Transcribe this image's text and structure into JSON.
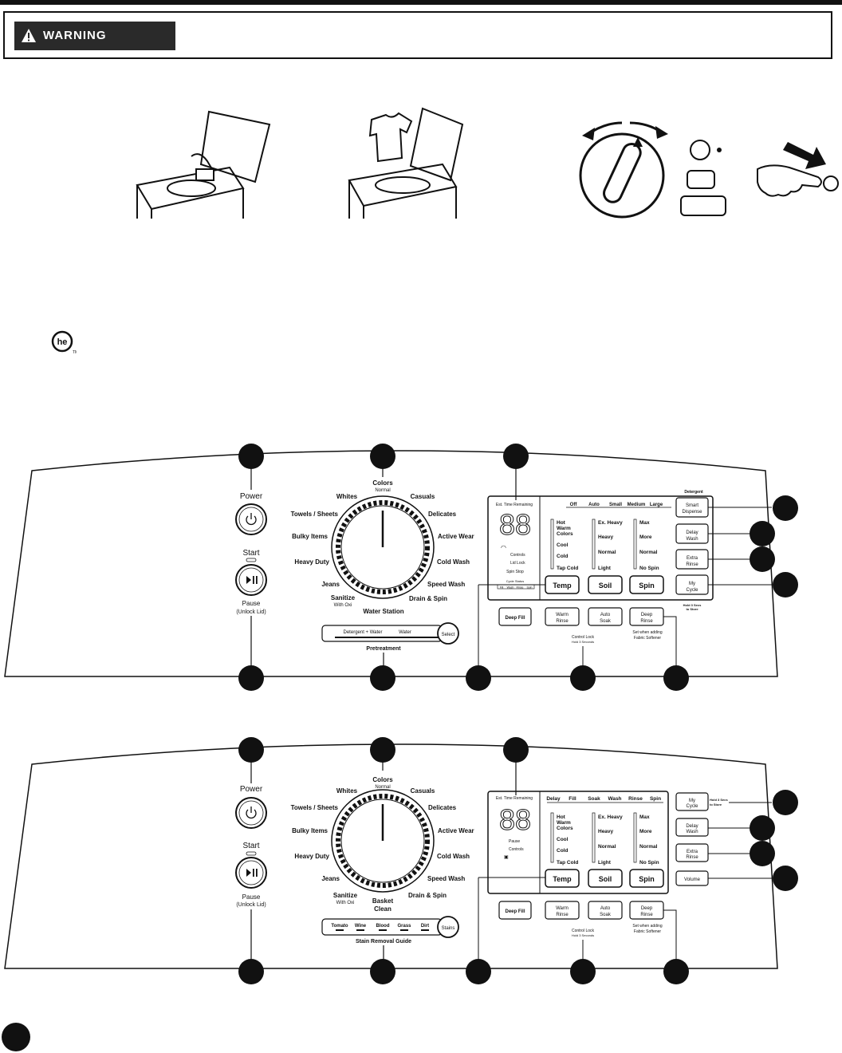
{
  "warning": {
    "label": "WARNING"
  },
  "panel1": {
    "power": "Power",
    "start": "Start",
    "pause": "Pause",
    "unlock": "(Unlock Lid)",
    "dial": {
      "colors": "Colors",
      "normal": "Normal",
      "whites": "Whites",
      "casuals": "Casuals",
      "towels": "Towels / Sheets",
      "delicates": "Delicates",
      "bulky": "Bulky Items",
      "active": "Active Wear",
      "heavy": "Heavy Duty",
      "cold": "Cold Wash",
      "jeans": "Jeans",
      "speed": "Speed Wash",
      "sanitize": "Sanitize",
      "withoxi": "With Oxi",
      "drain": "Drain & Spin"
    },
    "water_station": "Water Station",
    "det_water": "Detergent + Water",
    "water": "Water",
    "select": "Select",
    "pretreatment": "Pretreatment",
    "est_time": "Est. Time Remaining",
    "digits": "88",
    "controls": "Controls",
    "lid_lock": "Lid Lock",
    "spin_stop": "Spin Stop",
    "cycle_status": "Cycle Status",
    "status_items": [
      "Fill",
      "Wash",
      "Rinse",
      "Spin"
    ],
    "detergent": "Detergent",
    "dispense_levels": [
      "Off",
      "Auto",
      "Small",
      "Medium",
      "Large"
    ],
    "temp_opts": [
      "Hot",
      "Warm",
      "Colors",
      "Cool",
      "Cold",
      "Tap Cold"
    ],
    "soil_opts": [
      "Ex. Heavy",
      "Heavy",
      "Normal",
      "Light"
    ],
    "spin_opts": [
      "Max",
      "More",
      "Normal",
      "No Spin"
    ],
    "temp": "Temp",
    "soil": "Soil",
    "spin": "Spin",
    "smart1": "Smart",
    "smart2": "Dispense",
    "delay1": "Delay",
    "delay2": "Wash",
    "extra1": "Extra",
    "extra2": "Rinse",
    "my1": "My",
    "my2": "Cycle",
    "hold3": "Hold 3 Secs",
    "tostore": "to Store",
    "deep_fill": "Deep Fill",
    "warm_rinse1": "Warm",
    "warm_rinse2": "Rinse",
    "auto_soak1": "Auto",
    "auto_soak2": "Soak",
    "deep_rinse1": "Deep",
    "deep_rinse2": "Rinse",
    "control_lock": "Control Lock",
    "hold3s": "Hold 3 Seconds",
    "softener1": "Set when adding",
    "softener2": "Fabric Softener"
  },
  "panel2": {
    "power": "Power",
    "start": "Start",
    "pause": "Pause",
    "unlock": "(Unlock Lid)",
    "basket": "Basket",
    "clean": "Clean",
    "stains": [
      "Tomato",
      "Wine",
      "Blood",
      "Grass",
      "Dirt"
    ],
    "stains_btn": "Stains",
    "stain_guide": "Stain Removal Guide",
    "status_items": [
      "Delay",
      "Fill",
      "Soak",
      "Wash",
      "Rinse",
      "Spin"
    ],
    "pause_ind": "Pause",
    "controls": "Controls",
    "volume": "Volume"
  },
  "colors": {
    "ink": "#111111",
    "label_bg": "#2a2a2a"
  }
}
